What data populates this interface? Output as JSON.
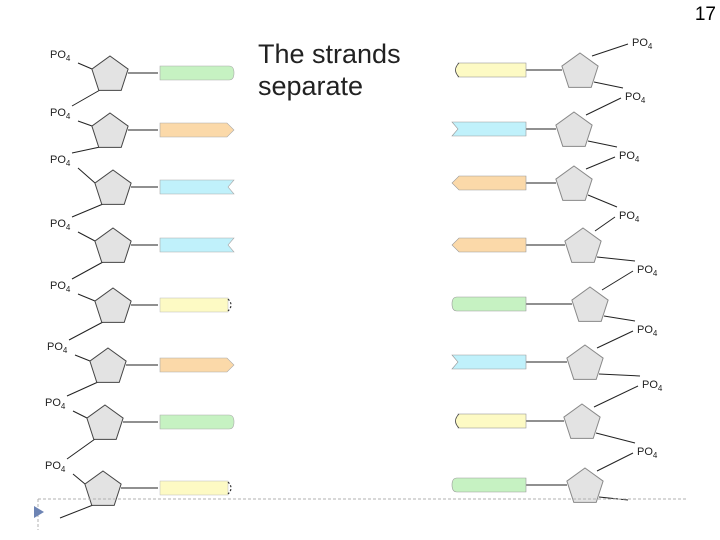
{
  "slide": {
    "number": "17",
    "title": "The strands\nseparate"
  },
  "phosphate_label": "PO",
  "phosphate_subscript": "4",
  "colors": {
    "sugar_fill": "#e3e3e3",
    "sugar_stroke": "#444444",
    "backbone": "#222222",
    "green": "#c6f2c2",
    "orange": "#fbd9a9",
    "blue": "#c0f1fb",
    "yellow": "#fdfac4",
    "footer_line": "#b0b0b0",
    "footer_arrow": "#6d84b4"
  },
  "left_strand": {
    "bases": [
      "green",
      "orange",
      "blue",
      "blue",
      "yellow",
      "orange",
      "green",
      "yellow"
    ]
  },
  "right_strand": {
    "bases": [
      "yellow",
      "blue",
      "orange",
      "orange",
      "green",
      "blue",
      "yellow",
      "green"
    ]
  }
}
